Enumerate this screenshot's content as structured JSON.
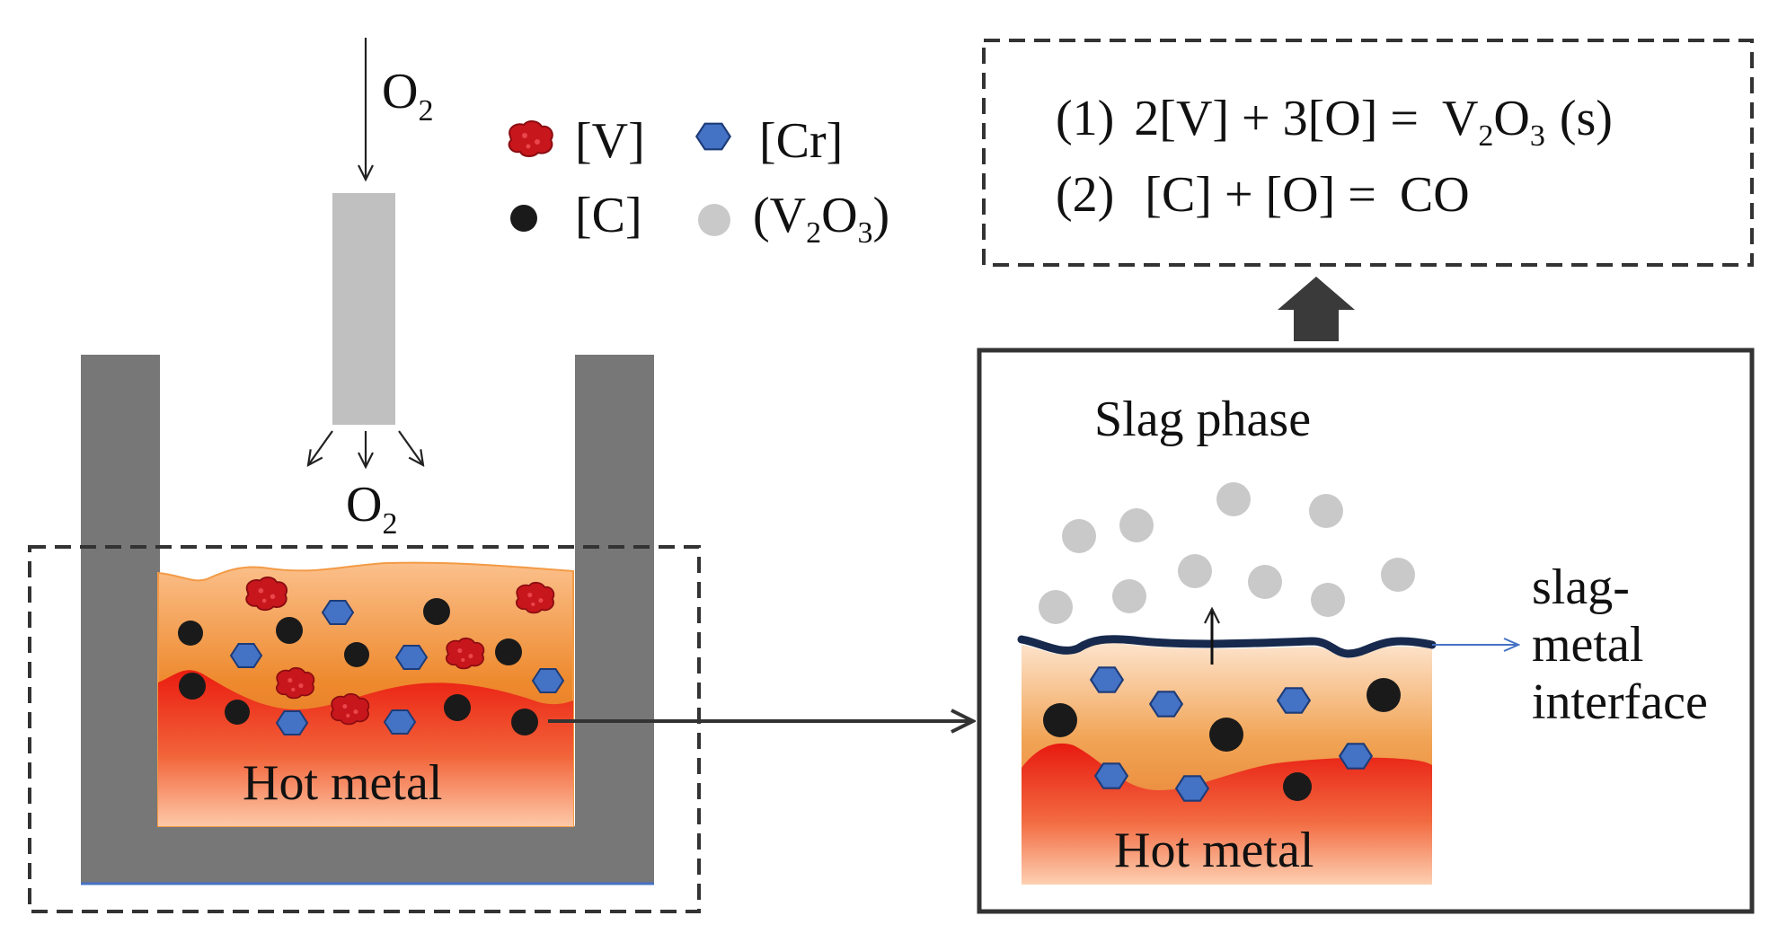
{
  "gas": {
    "top_symbol": "O",
    "top_subscript": "2",
    "bottom_symbol": "O",
    "bottom_subscript": "2"
  },
  "legend": {
    "v_label": "[V]",
    "cr_label": "[Cr]",
    "c_label": "[C]",
    "v2o3_label_open": "(V",
    "v2o3_sub_a": "2",
    "v2o3_mid": "O",
    "v2o3_sub_b": "3",
    "v2o3_label_close": ")"
  },
  "reactions": {
    "r1": {
      "index": "(1)",
      "lhs": "2[V] + 3[O] =",
      "product_a": "V",
      "product_sub_a": "2",
      "product_b": "O",
      "product_sub_b": "3",
      "state": "(s)"
    },
    "r2": {
      "index": "(2)",
      "equation": "[C] + [O] =",
      "product": "CO"
    }
  },
  "left_vessel": {
    "melt_label": "Hot metal"
  },
  "zoom_panel": {
    "slag_label": "Slag phase",
    "melt_label": "Hot metal",
    "interface_label_line1": "slag-",
    "interface_label_line2": "metal",
    "interface_label_line3": "interface"
  },
  "colors": {
    "vessel_wall": "#777777",
    "lance": "#c0c0c0",
    "vanadium": "#c8161d",
    "chromium": "#4472c4",
    "carbon": "#1a1a1a",
    "v2o3": "#c9c9c9",
    "slag_metal_line": "#17294d",
    "interface_arrow": "#4472c4",
    "orange_layer": "#ee8a2e",
    "red_layer": "#ea2a1a"
  }
}
